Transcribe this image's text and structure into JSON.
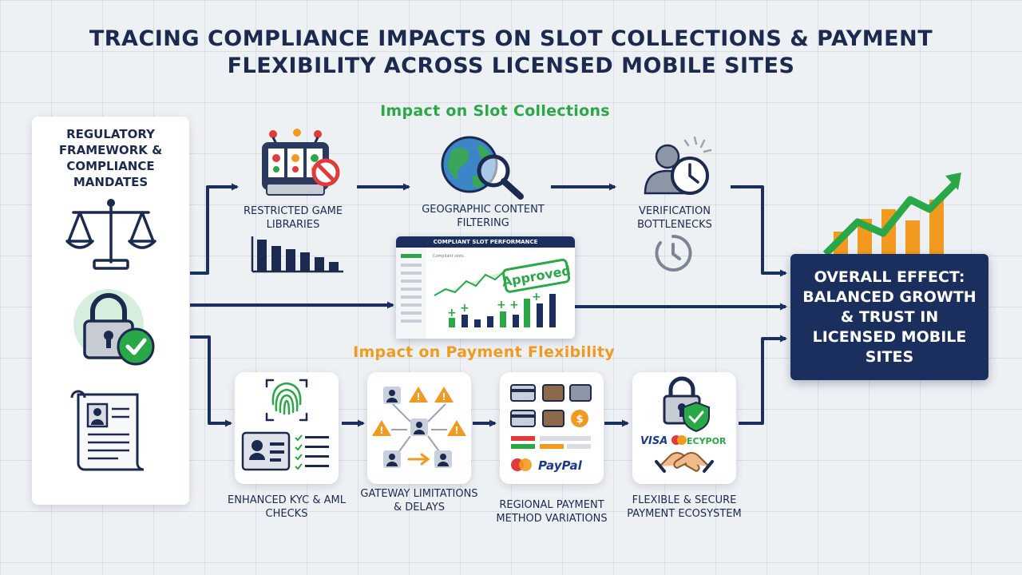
{
  "title": "Tracing Compliance Impacts on Slot Collections & Payment Flexibility Across Licensed Mobile Sites",
  "colors": {
    "navy": "#1b2f5e",
    "green": "#2aa848",
    "orange": "#f29a1f",
    "background": "#eef1f4"
  },
  "regulatory": {
    "title": "Regulatory Framework & Compliance Mandates",
    "icons": [
      "scales-icon",
      "padlock-check-icon",
      "document-scroll-icon"
    ]
  },
  "slot_section": {
    "heading": "Impact on Slot Collections",
    "steps": [
      {
        "label": "Restricted Game Libraries",
        "icon": "slot-machine-blocked-icon"
      },
      {
        "label": "Geographic Content Filtering",
        "icon": "globe-magnifier-icon"
      },
      {
        "label": "Verification Bottlenecks",
        "icon": "user-clock-icon"
      }
    ]
  },
  "dashboard": {
    "title": "Compliant Slot Performance",
    "stamp": "Approved",
    "sublabel": "Compliant slots"
  },
  "payment_section": {
    "heading": "Impact on Payment Flexibility",
    "steps": [
      {
        "label": "Enhanced KYC & AML Checks",
        "icon": "fingerprint-id-icon"
      },
      {
        "label": "Gateway Limitations & Delays",
        "icon": "gateway-network-icon"
      },
      {
        "label": "Regional Payment Method Variations",
        "icon": "payment-cards-icon"
      },
      {
        "label": "Flexible & Secure Payment Ecosystem",
        "icon": "secure-handshake-icon"
      }
    ],
    "brands": {
      "visa": "VISA",
      "paypal": "PayPal",
      "other": "ECYPOR"
    }
  },
  "summary": {
    "text": "Overall Effect: Balanced Growth & Trust in Licensed Mobile Sites"
  }
}
